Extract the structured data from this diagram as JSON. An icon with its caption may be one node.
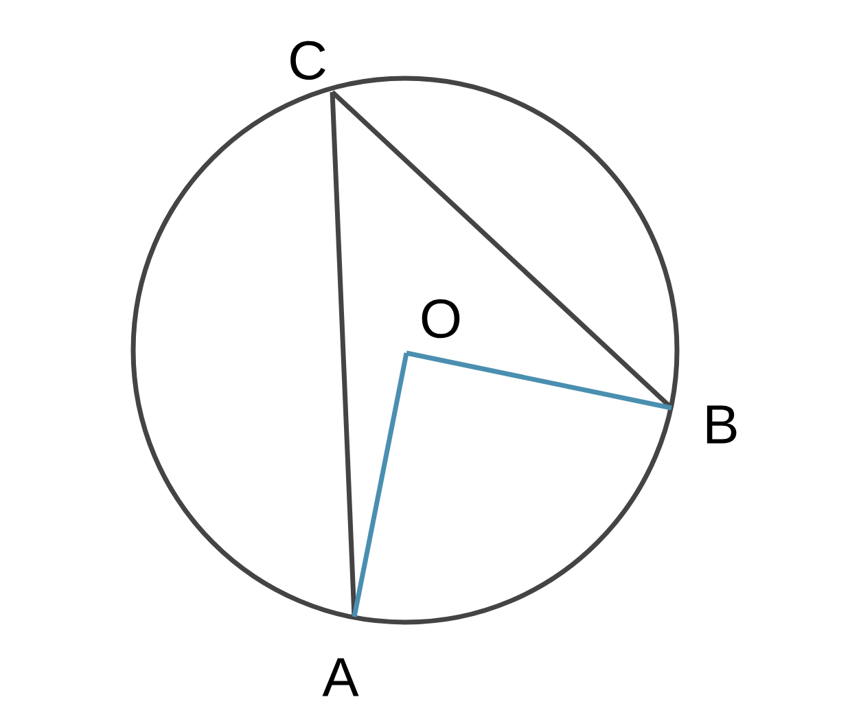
{
  "diagram": {
    "nodes": [
      {
        "text": [],
        "shape": "point",
        "beside": [
          "C"
        ]
      },
      {
        "text": [],
        "shape": "point",
        "beside": [
          "O"
        ]
      },
      {
        "text": [],
        "shape": "point",
        "beside": [
          "B"
        ]
      },
      {
        "text": [],
        "shape": "point",
        "beside": [
          "A"
        ]
      }
    ],
    "edges": [
      {
        "from": 0,
        "to": 3,
        "arrow": "none"
      },
      {
        "from": 0,
        "to": 2,
        "arrow": "none"
      },
      {
        "from": 1,
        "to": 3,
        "arrow": "none",
        "color": "#4a8fb0"
      },
      {
        "from": 1,
        "to": 2,
        "arrow": "none",
        "color": "#4a8fb0"
      }
    ]
  }
}
